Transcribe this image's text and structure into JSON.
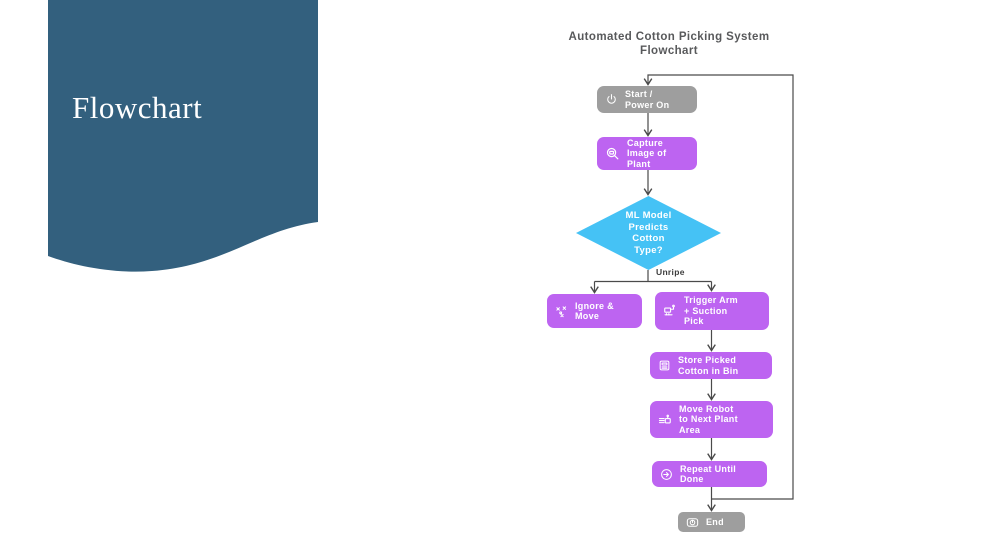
{
  "slide": {
    "title": "Flowchart"
  },
  "diagram": {
    "title": "Automated Cotton Picking System\nFlowchart",
    "branch_label": "Unripe",
    "colors": {
      "accent": "#33607E",
      "process": "#BD64F1",
      "terminal": "#9E9E9E",
      "decision": "#45C2F5",
      "connector": "#4A4A4A"
    },
    "nodes": {
      "start": {
        "label": "Start /\nPower On",
        "icon": "power-icon"
      },
      "capture": {
        "label": "Capture\nImage of\nPlant",
        "icon": "search-camera-icon"
      },
      "decision": {
        "label": "ML Model\nPredicts\nCotton\nType?"
      },
      "ignore": {
        "label": "Ignore &\nMove",
        "icon": "ignore-icon"
      },
      "trigger": {
        "label": "Trigger Arm\n+ Suction\nPick",
        "icon": "robot-arm-icon"
      },
      "store": {
        "label": "Store Picked\nCotton in Bin",
        "icon": "storage-bin-icon"
      },
      "move": {
        "label": "Move Robot\nto Next Plant\nArea",
        "icon": "robot-move-icon"
      },
      "repeat": {
        "label": "Repeat Until\nDone",
        "icon": "repeat-icon"
      },
      "end": {
        "label": "End",
        "icon": "power-off-icon"
      }
    }
  }
}
